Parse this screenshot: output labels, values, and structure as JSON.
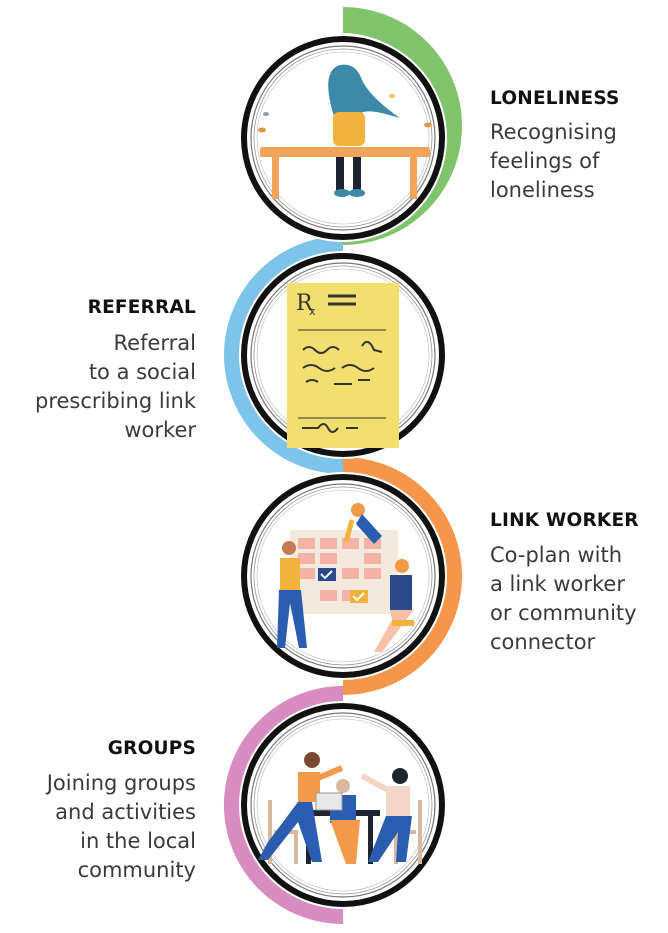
{
  "steps": [
    {
      "title": "LONELINESS",
      "description": "Recognising\nfeelings of\nloneliness",
      "side": "right"
    },
    {
      "title": "REFERRAL",
      "description": "Referral\nto a social\nprescribing link\nworker",
      "side": "left"
    },
    {
      "title": "LINK WORKER",
      "description": "Co-plan with\na link worker\nor community\nconnector",
      "side": "right"
    },
    {
      "title": "GROUPS",
      "description": "Joining groups\nand activities\nin the local\ncommunity",
      "side": "left"
    }
  ],
  "colors": {
    "loneliness_arc": "#7fc36b",
    "referral_arc": "#7cc4ea",
    "link_worker_arc": "#f5964a",
    "groups_arc": "#d98cc2",
    "ring": "#111111",
    "prescription_paper": "#f2df6f"
  },
  "icons": {
    "loneliness": "person-sitting-on-bench-illustration",
    "referral": "prescription-note-illustration",
    "link_worker": "people-planning-calendar-illustration",
    "groups": "people-high-five-at-table-illustration"
  }
}
